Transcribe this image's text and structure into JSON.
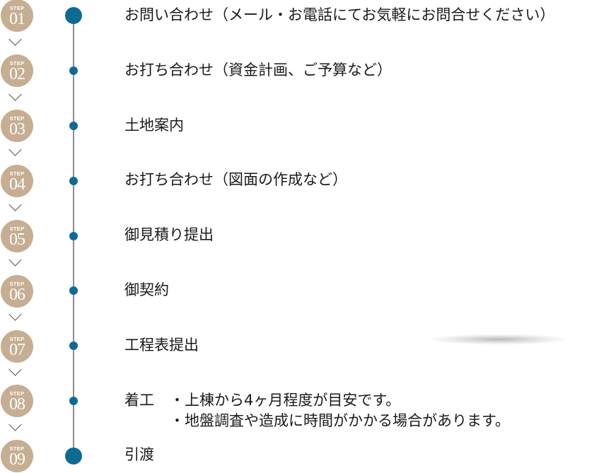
{
  "colors": {
    "badge": "#c6ae92",
    "dot": "#0f6a93",
    "line": "#8c8c8c",
    "chevron": "#555555",
    "text": "#1a1a1a"
  },
  "step_word": "STEP",
  "steps": [
    {
      "number": "01",
      "label": "お問い合わせ（メール・お電話にてお気軽にお問合せください）",
      "dot": "large"
    },
    {
      "number": "02",
      "label": "お打ち合わせ（資金計画、ご予算など）",
      "dot": "small"
    },
    {
      "number": "03",
      "label": "土地案内",
      "dot": "small"
    },
    {
      "number": "04",
      "label": "お打ち合わせ（図面の作成など）",
      "dot": "small"
    },
    {
      "number": "05",
      "label": "御見積り提出",
      "dot": "small"
    },
    {
      "number": "06",
      "label": "御契約",
      "dot": "small"
    },
    {
      "number": "07",
      "label": "工程表提出",
      "dot": "small"
    },
    {
      "number": "08",
      "label": "着工",
      "dot": "small",
      "notes": [
        "・上棟から4ヶ月程度が目安です。",
        "・地盤調査や造成に時間がかかる場合があります。"
      ]
    },
    {
      "number": "09",
      "label": "引渡",
      "dot": "large"
    }
  ]
}
